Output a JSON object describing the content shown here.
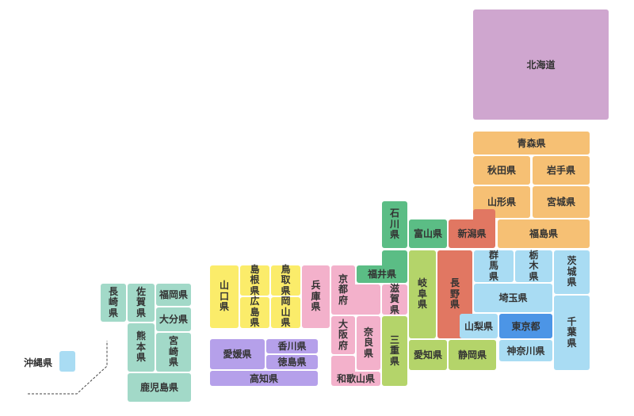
{
  "regions": {
    "hokkaido": {
      "color": "#cfa6cf"
    },
    "tohoku": {
      "color": "#f6c074"
    },
    "kanto": {
      "color": "#a9dcf3"
    },
    "chubu_hokuriku": {
      "color": "#5bbd85"
    },
    "chubu_tokai": {
      "color": "#b4d46a"
    },
    "niigata_nagano": {
      "color": "#e17762"
    },
    "kinki": {
      "color": "#f3b1cb"
    },
    "chugoku": {
      "color": "#fbec6a"
    },
    "shikoku": {
      "color": "#b5a0ea"
    },
    "kyushu": {
      "color": "#a2d9c8"
    },
    "tokyo": {
      "color": "#4c95e6"
    }
  },
  "prefectures": {
    "hokkaido": "北海道",
    "aomori": "青森県",
    "akita": "秋田県",
    "iwate": "岩手県",
    "yamagata": "山形県",
    "miyagi": "宮城県",
    "fukushima": "福島県",
    "niigata": "新潟県",
    "ishikawa": "石川県",
    "toyama": "富山県",
    "fukui": "福井県",
    "nagano": "長野県",
    "gifu": "岐阜県",
    "gunma": "群馬県",
    "tochigi": "栃木県",
    "ibaraki": "茨城県",
    "saitama": "埼玉県",
    "chiba": "千葉県",
    "yamanashi": "山梨県",
    "tokyo": "東京都",
    "kanagawa": "神奈川県",
    "aichi": "愛知県",
    "shizuoka": "静岡県",
    "kyoto": "京都府",
    "shiga": "滋賀県",
    "mie": "三重県",
    "osaka": "大阪府",
    "nara": "奈良県",
    "wakayama": "和歌山県",
    "hyogo": "兵庫県",
    "tottori": "鳥取県",
    "shimane": "島根県",
    "okayama": "岡山県",
    "hiroshima": "広島県",
    "yamaguchi": "山口県",
    "kagawa": "香川県",
    "ehime": "愛媛県",
    "tokushima": "徳島県",
    "kochi": "高知県",
    "fukuoka": "福岡県",
    "saga": "佐賀県",
    "nagasaki": "長崎県",
    "oita": "大分県",
    "kumamoto": "熊本県",
    "miyazaki": "宮崎県",
    "kagoshima": "鹿児島県",
    "okinawa": "沖縄県"
  }
}
